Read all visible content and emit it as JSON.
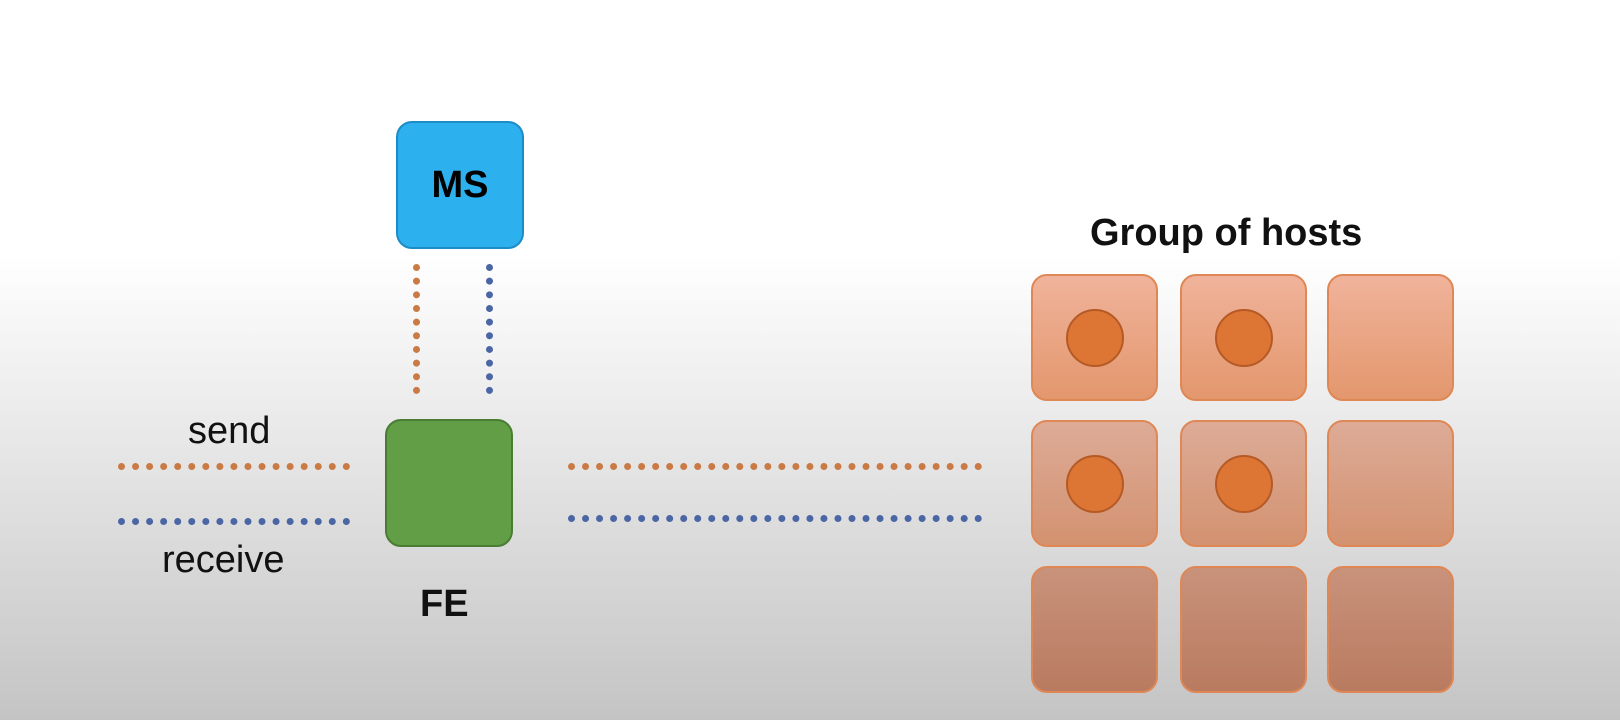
{
  "nodes": {
    "ms": {
      "label": "MS",
      "color": "#2db0ee"
    },
    "fe": {
      "label": "FE",
      "color": "#629e46"
    }
  },
  "labels": {
    "send": "send",
    "receive": "receive",
    "group": "Group of hosts"
  },
  "colors": {
    "send_line": "#c97a45",
    "receive_line": "#4a66a4",
    "host_fill": "#e9a687",
    "host_dot": "#dd7535"
  },
  "hosts": [
    {
      "row": 1,
      "col": 1,
      "active": true
    },
    {
      "row": 1,
      "col": 2,
      "active": true
    },
    {
      "row": 1,
      "col": 3,
      "active": false
    },
    {
      "row": 2,
      "col": 1,
      "active": true
    },
    {
      "row": 2,
      "col": 2,
      "active": true
    },
    {
      "row": 2,
      "col": 3,
      "active": false
    },
    {
      "row": 3,
      "col": 1,
      "active": false
    },
    {
      "row": 3,
      "col": 2,
      "active": false
    },
    {
      "row": 3,
      "col": 3,
      "active": false
    }
  ]
}
